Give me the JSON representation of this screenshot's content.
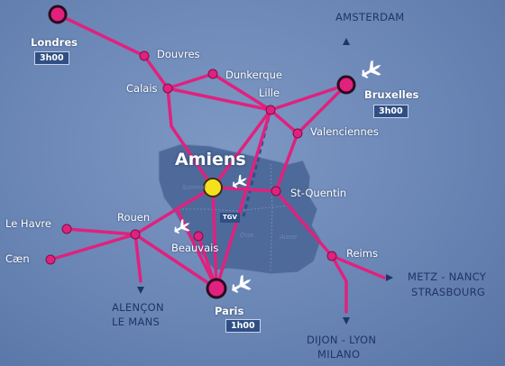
{
  "colors": {
    "background": "#6a86b5",
    "region": "#4e6a9a",
    "rail": "#e0217e",
    "tgv_dashed": "#2e4f86",
    "highlight_city": "#f6e21c",
    "airport_icon": "#ffffff",
    "duration_badge": "#2f4f84",
    "destination_text": "#1f3566"
  },
  "highlight": {
    "name": "Amiens",
    "icon": "yellow-circle-marker"
  },
  "cities": {
    "londres": "Londres",
    "douvres": "Douvres",
    "calais": "Calais",
    "dunkerque": "Dunkerque",
    "lille": "Lille",
    "bruxelles": "Bruxelles",
    "valenciennes": "Valenciennes",
    "st_quentin": "St-Quentin",
    "le_havre": "Le Havre",
    "rouen": "Rouen",
    "caen": "Cæn",
    "beauvais": "Beauvais",
    "reims": "Reims",
    "paris": "Paris"
  },
  "durations": {
    "londres": "3h00",
    "bruxelles": "3h00",
    "paris": "1h00"
  },
  "destinations": {
    "amsterdam": "AMSTERDAM",
    "metz": "METZ - NANCY",
    "strasbourg": "STRASBOURG",
    "alencon": "ALENÇON",
    "le_mans": "LE MANS",
    "dijon": "DIJON - LYON",
    "milano": "MILANO"
  },
  "badges": {
    "tgv": "TGV"
  },
  "departments": {
    "somme": "Somme",
    "oise": "Oise",
    "aisne": "Aisne"
  },
  "icons": [
    "airplane-icon",
    "destination-arrow-icon"
  ]
}
